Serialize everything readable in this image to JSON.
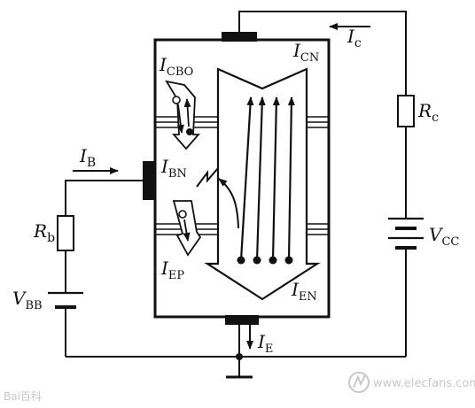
{
  "labels": {
    "ic": {
      "main": "I",
      "sub": "c"
    },
    "icn": {
      "main": "I",
      "sub": "CN"
    },
    "icbo": {
      "main": "I",
      "sub": "CBO"
    },
    "ib": {
      "main": "I",
      "sub": "B"
    },
    "ibn": {
      "main": "I",
      "sub": "BN"
    },
    "iep": {
      "main": "I",
      "sub": "EP"
    },
    "ien": {
      "main": "I",
      "sub": "EN"
    },
    "ie": {
      "main": "I",
      "sub": "E"
    },
    "rc": {
      "main": "R",
      "sub": "c"
    },
    "rb": {
      "main": "R",
      "sub": "b"
    },
    "vcc": {
      "main": "V",
      "sub": "CC"
    },
    "vbb": {
      "main": "V",
      "sub": "BB"
    }
  },
  "watermarks": {
    "left": "Bai百科",
    "right": "www.elecfans.com"
  },
  "colors": {
    "ink": "#111111",
    "watermark": "#c8c8c8"
  }
}
